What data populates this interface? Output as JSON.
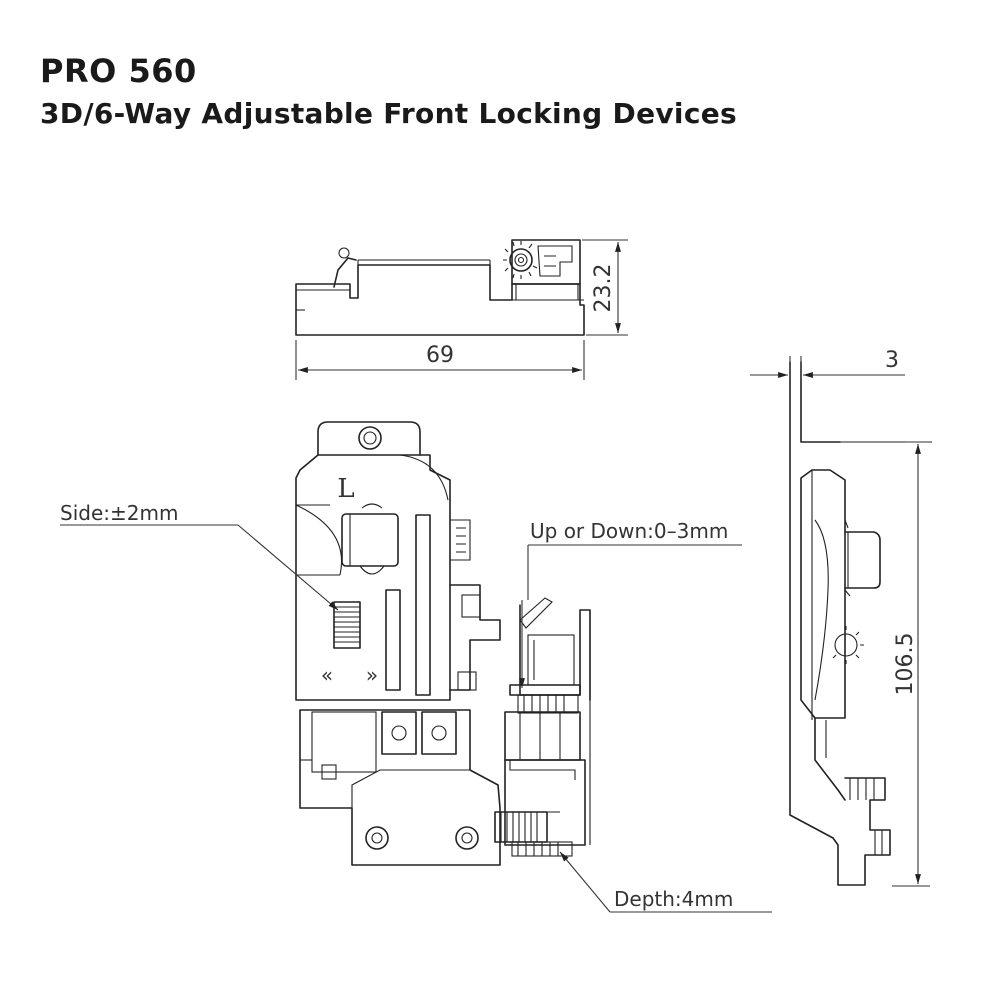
{
  "header": {
    "title": "PRO 560",
    "subtitle": "3D/6-Way Adjustable Front Locking Devices"
  },
  "dimensions": {
    "length": "69",
    "height": "23.2",
    "thickness": "3",
    "total_height": "106.5"
  },
  "adjustments": {
    "side": "Side:±2mm",
    "up_down": "Up or Down:0–3mm",
    "depth": "Depth:4mm"
  },
  "markings": {
    "left_mark": "L",
    "arrow_left": "«",
    "arrow_right": "»"
  }
}
